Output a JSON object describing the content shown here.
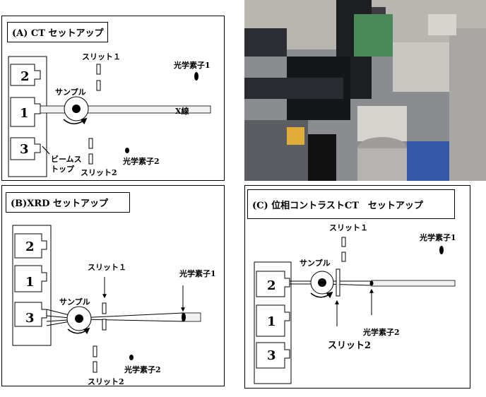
{
  "panel_a": {
    "title": "(A) CT セットアップ",
    "ports": [
      "2",
      "1",
      "3"
    ],
    "slit1": "スリット１",
    "slit2": "スリット2",
    "det1": "光学素子1",
    "det2": "光学素子2",
    "sample": "サンプル",
    "xray": "X線",
    "beamstop_1": "ビームス",
    "beamstop_2": "トップ"
  },
  "panel_b": {
    "title": "(B)XRD セットアップ",
    "ports": [
      "2",
      "1",
      "3"
    ],
    "slit1": "スリット１",
    "slit2": "スリット2",
    "det1": "光学素子1",
    "det2": "光学素子2",
    "sample": "サンプル"
  },
  "panel_c": {
    "title": "(C) 位相コントラストCT　セットアップ",
    "ports": [
      "2",
      "1",
      "3"
    ],
    "slit1": "スリット１",
    "slit2": "スリット2",
    "det1": "光学素子1",
    "det2": "光学素子2",
    "sample": "サンプル"
  },
  "colors": {
    "line": "#000000",
    "beam": "#f2f2f2",
    "background": "#ffffff"
  }
}
